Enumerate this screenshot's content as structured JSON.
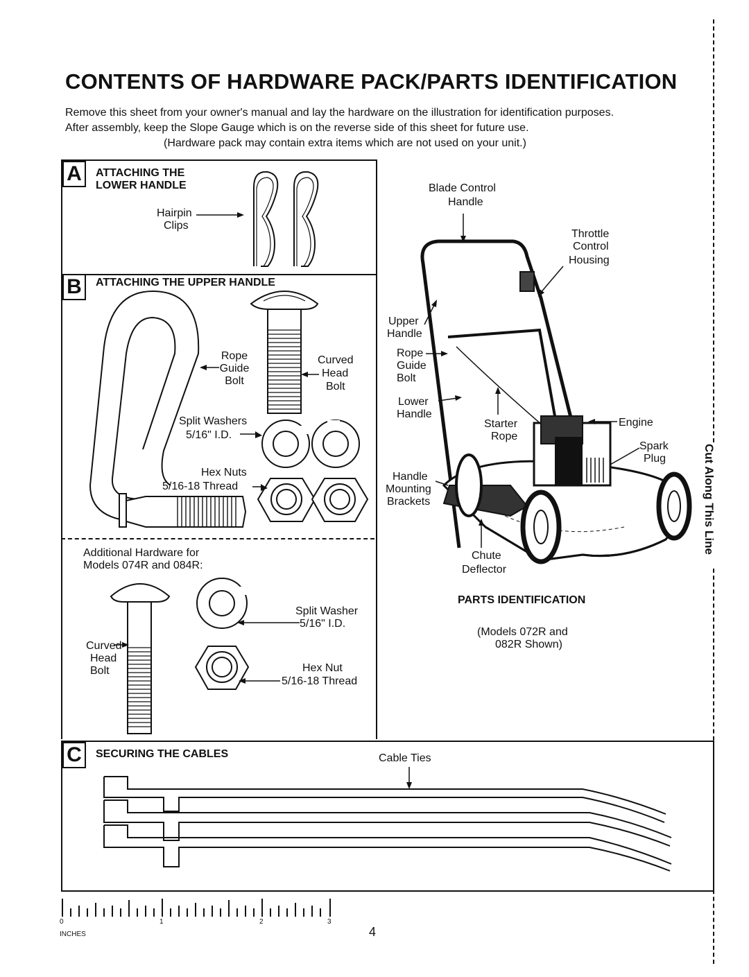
{
  "page": {
    "title": "CONTENTS OF HARDWARE PACK/PARTS IDENTIFICATION",
    "intro_line1": "Remove this sheet from your owner's manual and lay the hardware on the illustration for identification purposes.",
    "intro_line2": "After assembly, keep the Slope Gauge which is on the reverse side of this sheet for future use.",
    "intro_line3": "(Hardware pack may contain extra items which are not used on your unit.)",
    "page_number": "4",
    "cut_line_text": "Cut Along This Line"
  },
  "section_a": {
    "letter": "A",
    "heading_line1": "ATTACHING THE",
    "heading_line2": "LOWER HANDLE",
    "label_line1": "Hairpin",
    "label_line2": "Clips"
  },
  "section_b": {
    "letter": "B",
    "heading": "ATTACHING THE UPPER HANDLE",
    "rope_guide_bolt": [
      "Rope",
      "Guide",
      "Bolt"
    ],
    "curved_head_bolt": [
      "Curved",
      "Head",
      "Bolt"
    ],
    "split_washers": [
      "Split Washers",
      "5/16\" I.D."
    ],
    "hex_nuts": [
      "Hex Nuts",
      "5/16-18 Thread"
    ],
    "additional_line1": "Additional Hardware for",
    "additional_line2": "Models 074R and 084R:",
    "split_washer": [
      "Split Washer",
      "5/16\" I.D."
    ],
    "curved_head_bolt2": [
      "Curved",
      "Head",
      "Bolt"
    ],
    "hex_nut": [
      "Hex Nut",
      "5/16-18 Thread"
    ]
  },
  "parts": {
    "blade_control_handle": [
      "Blade Control",
      "Handle"
    ],
    "throttle_control_housing": [
      "Throttle",
      "Control",
      "Housing"
    ],
    "upper_handle": [
      "Upper",
      "Handle"
    ],
    "rope_guide_bolt": [
      "Rope",
      "Guide",
      "Bolt"
    ],
    "lower_handle": [
      "Lower",
      "Handle"
    ],
    "starter_rope": [
      "Starter",
      "Rope"
    ],
    "engine": "Engine",
    "spark_plug": [
      "Spark",
      "Plug"
    ],
    "handle_mounting_brackets": [
      "Handle",
      "Mounting",
      "Brackets"
    ],
    "chute_deflector": [
      "Chute",
      "Deflector"
    ],
    "title": "PARTS IDENTIFICATION",
    "models_line1": "(Models 072R and",
    "models_line2": "082R Shown)"
  },
  "section_c": {
    "letter": "C",
    "heading": "SECURING THE CABLES",
    "cable_ties": "Cable Ties"
  },
  "ruler": {
    "unit": "INCHES",
    "labels": [
      "0",
      "1",
      "2",
      "3"
    ]
  }
}
